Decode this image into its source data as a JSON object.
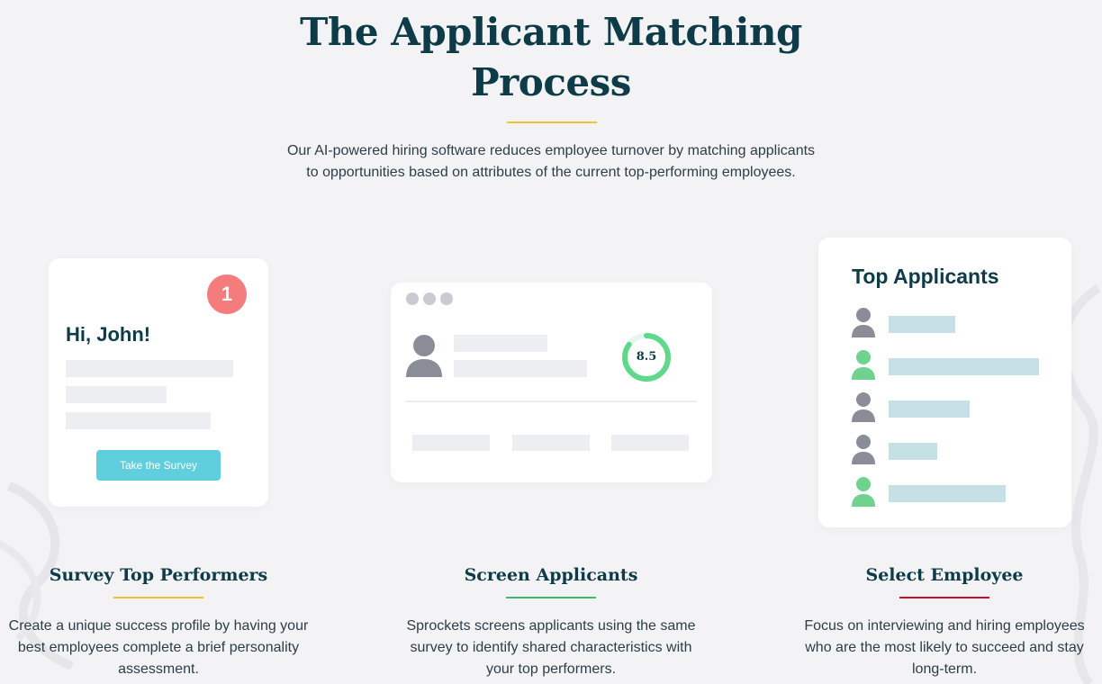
{
  "header": {
    "title_line1": "The Applicant Matching",
    "title_line2": "Process",
    "subtitle_line1": "Our AI-powered hiring software reduces employee turnover by matching applicants",
    "subtitle_line2": "to opportunities based on attributes of the current top-performing employees."
  },
  "colors": {
    "primary": "#0d3b47",
    "accent_yellow": "#f1c232",
    "accent_green": "#3dbb6a",
    "accent_red": "#c8102e",
    "badge": "#f47c7c",
    "button": "#5fcfdd",
    "score_ring": "#5fd88a"
  },
  "survey_card": {
    "badge": "1",
    "greeting": "Hi, John!",
    "button_label": "Take the Survey"
  },
  "screen_card": {
    "score": "8.5",
    "score_fraction": 0.85
  },
  "top_card": {
    "title": "Top Applicants",
    "applicants": [
      {
        "icon": "person-gray-icon",
        "highlight": false
      },
      {
        "icon": "person-green-icon",
        "highlight": true
      },
      {
        "icon": "person-gray-icon",
        "highlight": false
      },
      {
        "icon": "person-gray-icon",
        "highlight": false
      },
      {
        "icon": "person-green-icon",
        "highlight": true
      }
    ]
  },
  "steps": [
    {
      "title": "Survey Top Performers",
      "desc_line1": "Create a unique success profile by having your",
      "desc_line2": "best employees complete a brief personality",
      "desc_line3": "assessment."
    },
    {
      "title": "Screen Applicants",
      "desc_line1": "Sprockets screens applicants using the same",
      "desc_line2": "survey to identify shared characteristics with",
      "desc_line3": "your top performers."
    },
    {
      "title": "Select Employee",
      "desc_line1": "Focus on interviewing and hiring employees",
      "desc_line2": "who are the most likely to succeed and stay",
      "desc_line3": "long-term."
    }
  ]
}
